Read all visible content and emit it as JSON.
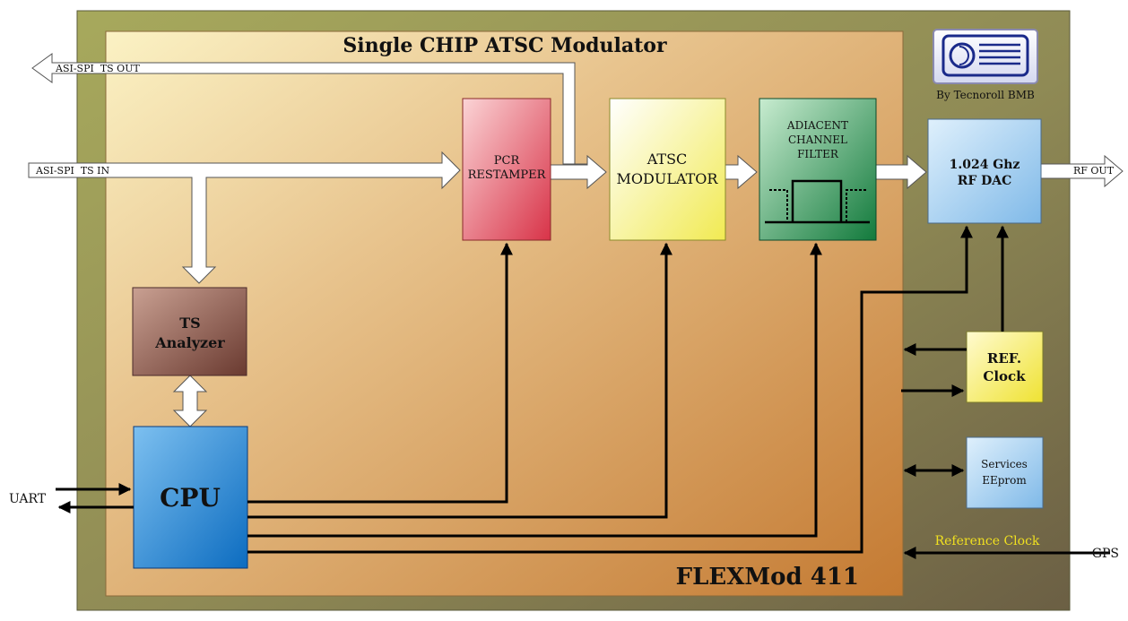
{
  "chip_title": "Single CHIP ATSC Modulator",
  "product_name": "FLEXMod 411",
  "logo": {
    "icon": "monitor-logo-icon",
    "caption": "By Tecnoroll BMB"
  },
  "signals": {
    "ts_out": "ASI-SPI  TS OUT",
    "ts_in": "ASI-SPI  TS IN",
    "rf_out": "RF OUT",
    "uart": "UART",
    "gps": "GPS",
    "reference_clock": "Reference Clock"
  },
  "blocks": {
    "pcr": [
      "PCR",
      "RESTAMPER"
    ],
    "atsc": [
      "ATSC",
      "MODULATOR"
    ],
    "filter": [
      "ADIACENT",
      "CHANNEL",
      "FILTER"
    ],
    "dac": [
      "1.024 Ghz",
      "RF DAC"
    ],
    "ts_analyzer": [
      "TS",
      "Analyzer"
    ],
    "cpu": "CPU",
    "ref_clock": [
      "REF.",
      "Clock"
    ],
    "eeprom": [
      "Services",
      "EEprom"
    ]
  },
  "colors": {
    "outer_frame": "#8a8a4a",
    "pcr": "#e04858",
    "atsc": "#f4f070",
    "filter": "#1e8a48",
    "dac": "#8fc6ef",
    "ts_analyzer": "#7a4a3e",
    "cpu": "#2f86d2",
    "ref_clock": "#f4ea3a",
    "eeprom": "#8fc6ef",
    "reference_clock_label": "#f0e020"
  }
}
